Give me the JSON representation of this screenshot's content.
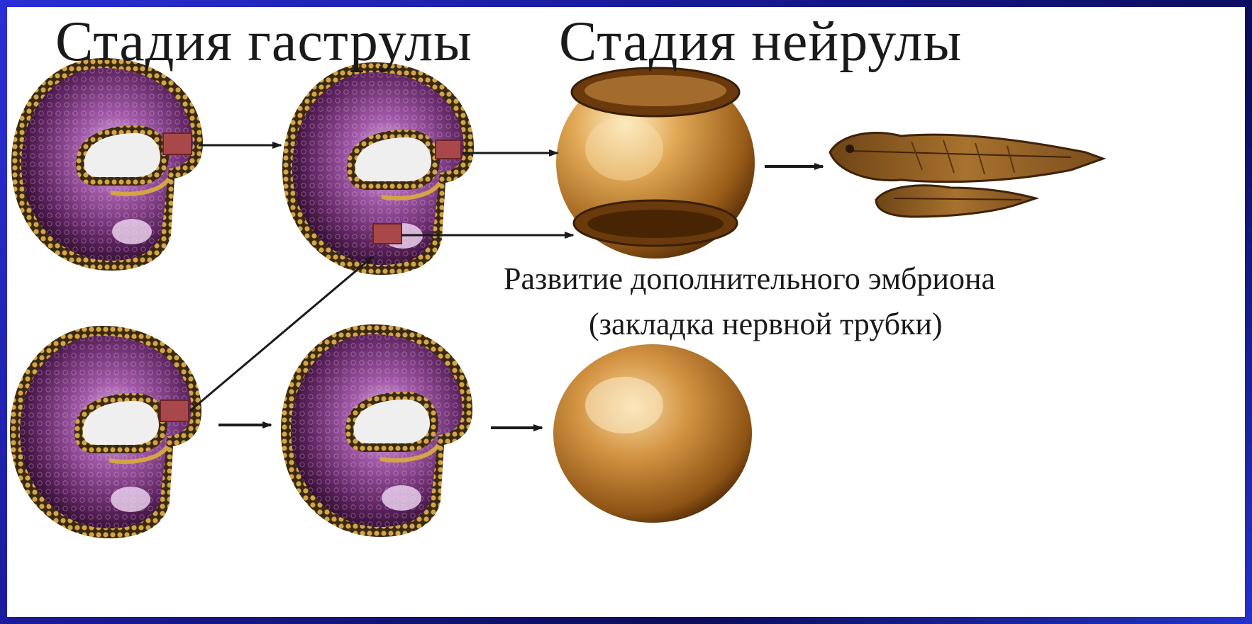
{
  "titles": {
    "gastrula": "Стадия гаструлы",
    "neurula": "Стадия нейрулы"
  },
  "caption": {
    "line1": "Развитие дополнительного эмбриона",
    "line2": "(закладка нервной трубки)"
  },
  "colors": {
    "embryo_purple": "#7a3c7e",
    "embryo_dark": "#3a1030",
    "cell_border": "#c4943c",
    "graft_square": "#a8484a",
    "sphere_gold": "#c8872c",
    "arrow": "#1a1a1a",
    "frame_blue": "#2430c8"
  }
}
